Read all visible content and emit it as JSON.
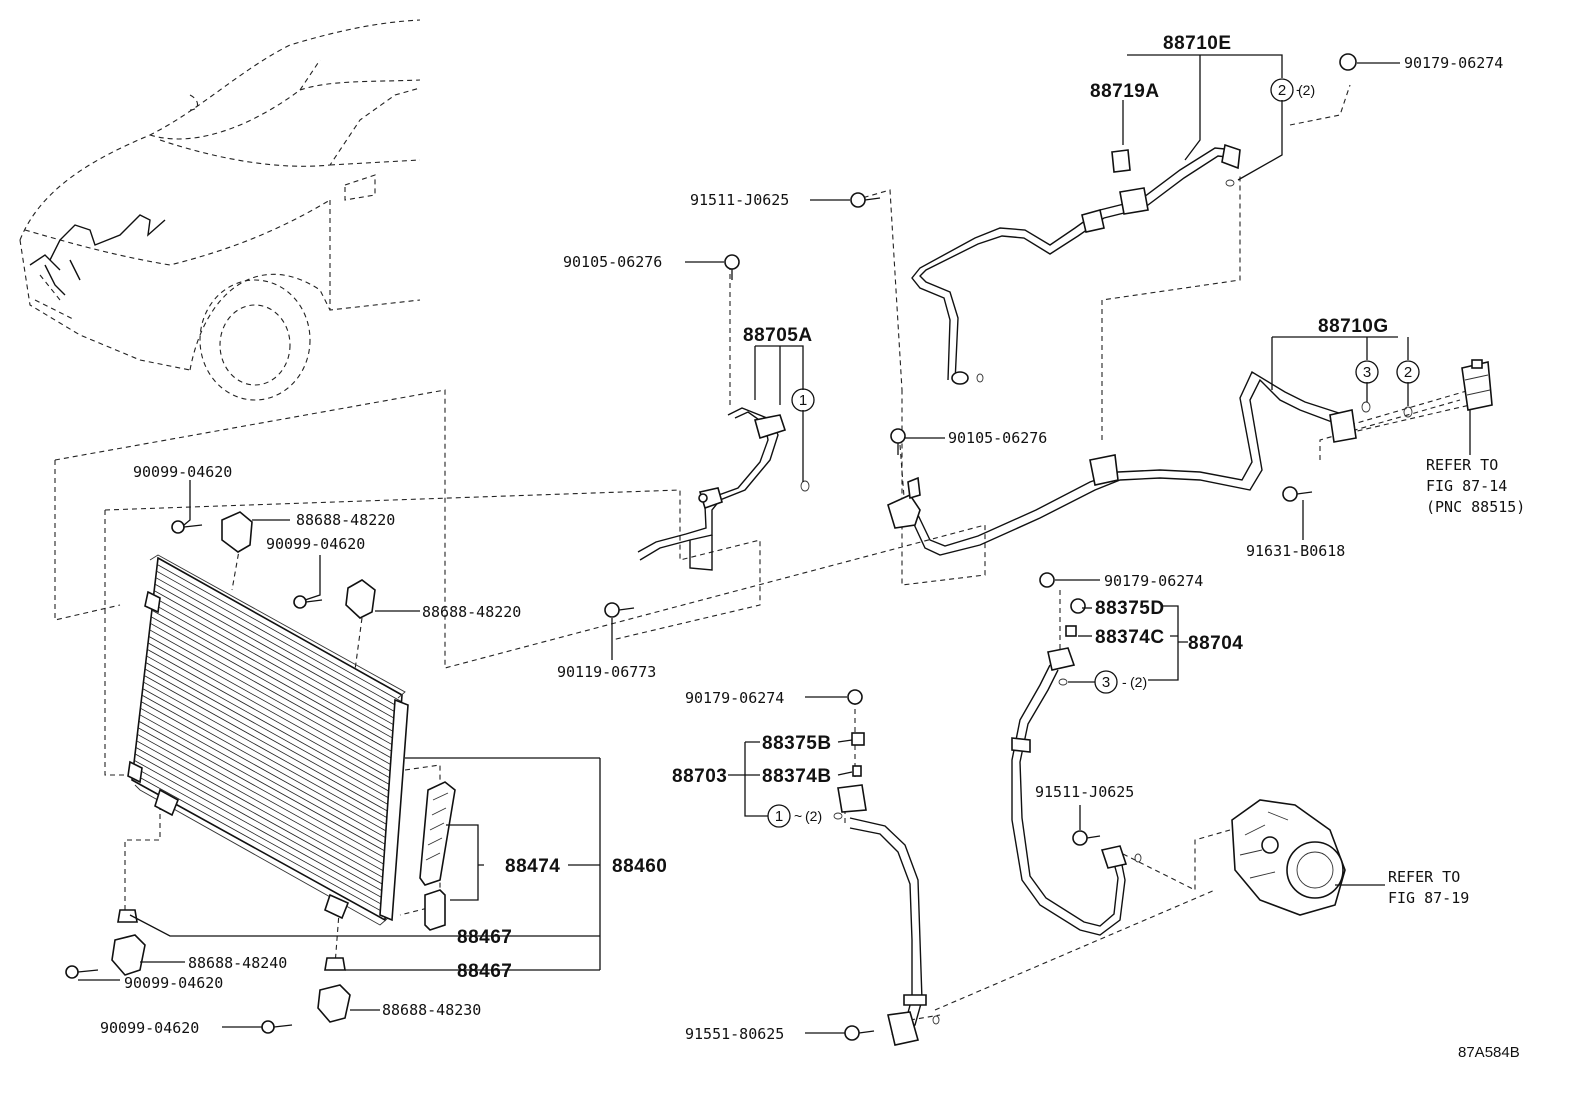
{
  "callouts": {
    "p88710E": "88710E",
    "p88719A": "88719A",
    "p90179_top": "90179-06274",
    "p91511_top": "91511-J0625",
    "p90105_a": "90105-06276",
    "p88705A": "88705A",
    "p88710G": "88710G",
    "p90105_b": "90105-06276",
    "p91631": "91631-B0618",
    "p90099_a": "90099-04620",
    "p88688_48220_a": "88688-48220",
    "p90099_b": "90099-04620",
    "p88688_48220_b": "88688-48220",
    "p90119": "90119-06773",
    "p90179_mid": "90179-06274",
    "p88375D": "88375D",
    "p88374C": "88374C",
    "p88704": "88704",
    "p90179_low": "90179-06274",
    "p88375B": "88375B",
    "p88703": "88703",
    "p88374B": "88374B",
    "p91511_low": "91511-J0625",
    "p88474": "88474",
    "p88460": "88460",
    "p88467_a": "88467",
    "p88467_b": "88467",
    "p88688_48240": "88688-48240",
    "p90099_c": "90099-04620",
    "p88688_48230": "88688-48230",
    "p90099_d": "90099-04620",
    "p91551": "91551-80625"
  },
  "circles": {
    "c1_upper": "1",
    "c2_top": "2",
    "c2_top_qty": "(2)",
    "c3_right": "3",
    "c2_right": "2",
    "c3_mid": "3",
    "c3_mid_qty": "(2)",
    "c1_lower": "1",
    "c1_lower_qty": "(2)"
  },
  "refs": {
    "ref1_line1": "REFER TO",
    "ref1_line2": "FIG 87-14",
    "ref1_line3": "(PNC 88515)",
    "ref2_line1": "REFER TO",
    "ref2_line2": "FIG 87-19"
  },
  "figure_code": "87A584B"
}
